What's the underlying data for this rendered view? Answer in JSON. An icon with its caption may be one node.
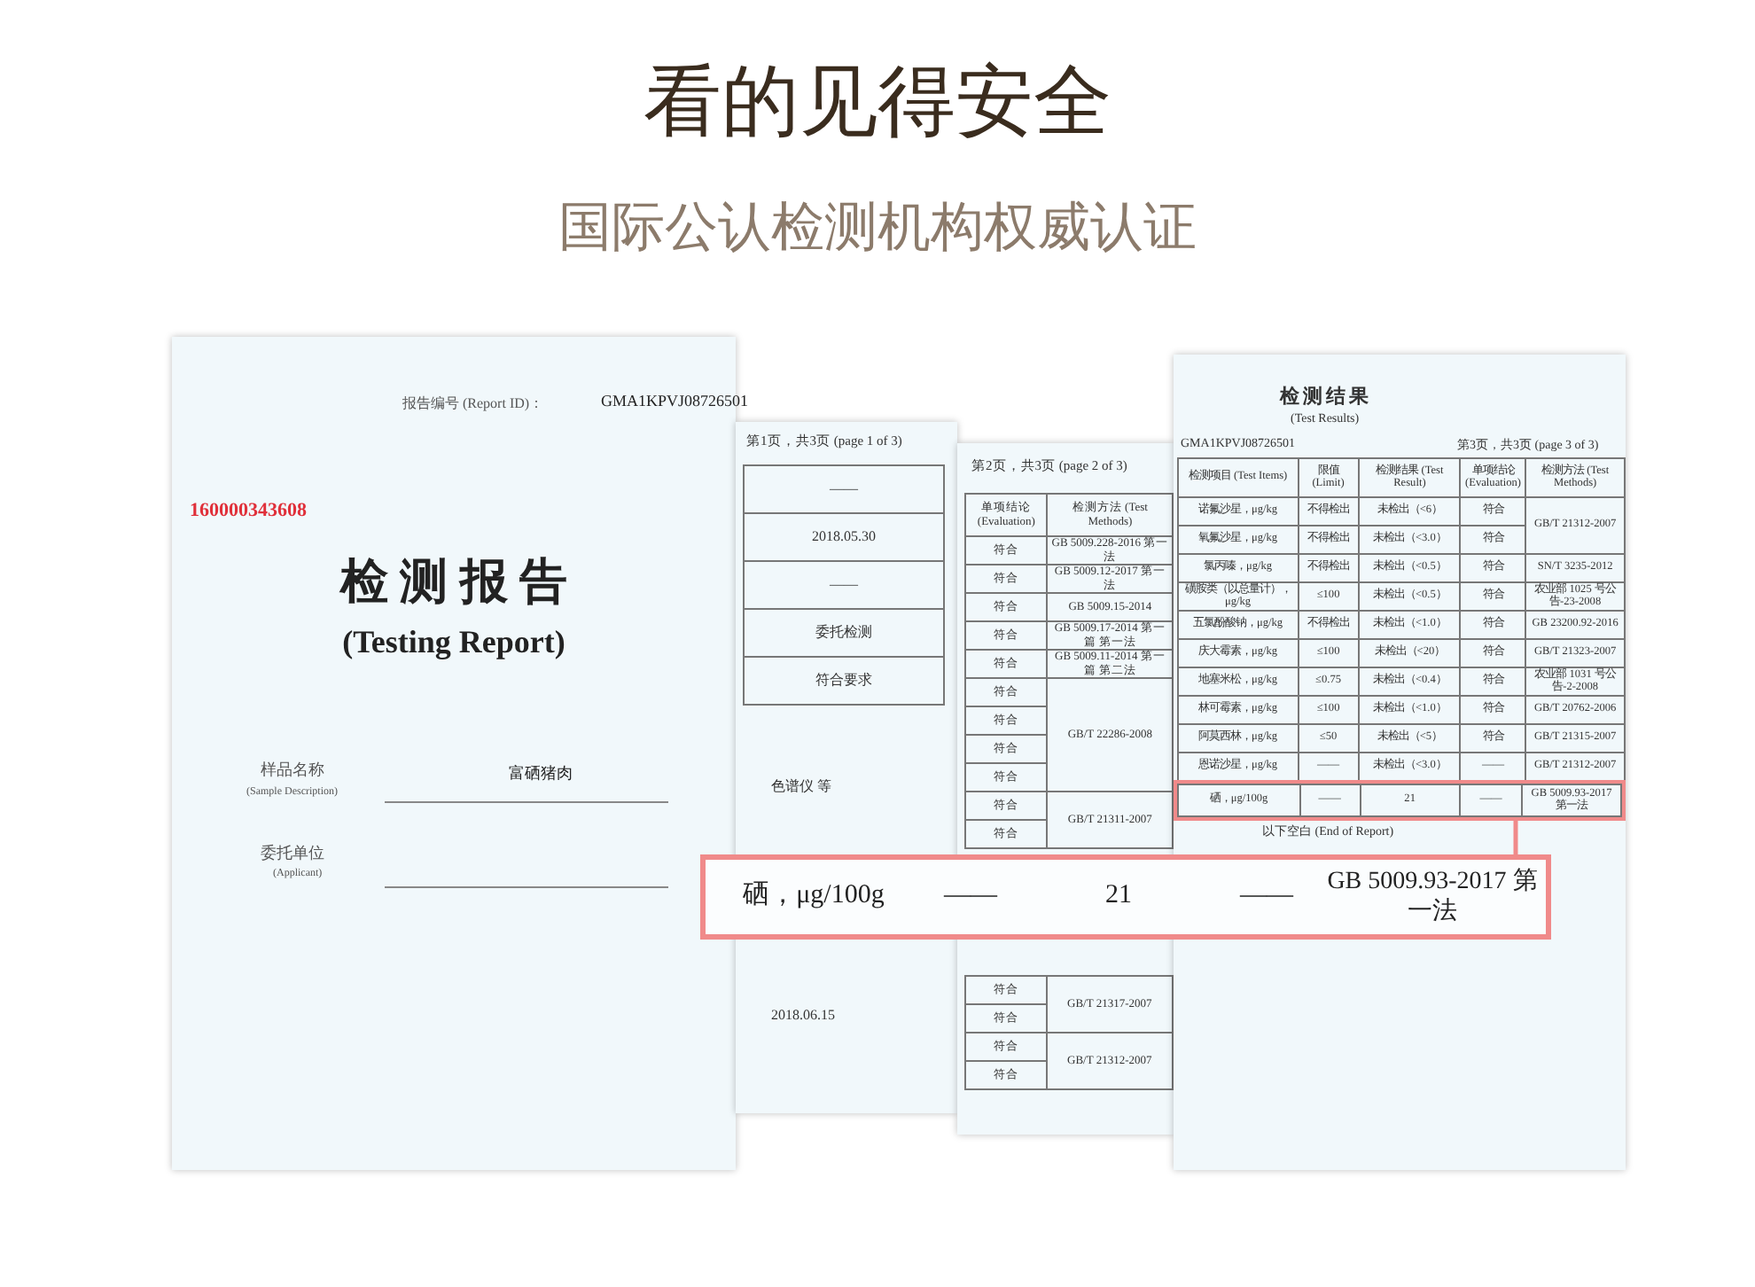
{
  "diagram": {
    "title": "看的见得安全",
    "nodes": [
      {
        "text": [
          "报告编号 (Report ID)：",
          "GMA1KPVJ08726501",
          "160000343608",
          "检 测 报 告",
          "(Testing Report)",
          "样品名称",
          "(Sample Description)",
          "富硒猪肉",
          "委托单位",
          "(Applicant)"
        ]
      },
      {
        "text": [
          "第1页，共3页 (page 1 of 3)",
          "——",
          "2018.05.30",
          "——",
          "委托检测",
          "符合要求",
          "色谱仪 等",
          "2018.06.15"
        ]
      },
      {
        "text": [
          "第2页，共3页 (page 2 of 3)",
          "单项结论 (Evaluation)",
          "检测方法 (Test Methods)",
          "符合",
          "GB 5009.228-2016 第一法",
          "符合",
          "GB 5009.12-2017 第一法",
          "符合",
          "GB 5009.15-2014",
          "符合",
          "GB 5009.17-2014 第一篇 第一法",
          "符合",
          "GB 5009.11-2014 第一篇 第二法",
          "符合",
          "GB/T 22286-2008",
          "符合",
          "符合",
          "符合",
          "符合",
          "GB/T 21311-2007",
          "符合",
          "符合",
          "GB/T 21317-2007",
          "符合",
          "符合",
          "GB/T 21312-2007",
          "符合"
        ]
      },
      {
        "text": [
          "检测结果",
          "(Test Results)",
          "GMA1KPVJ08726501",
          "第3页，共3页 (page 3 of 3)",
          "检测项目 (Test Items)",
          "限值 (Limit)",
          "检测结果 (Test Result)",
          "单项结论 (Evaluation)",
          "检测方法 (Test Methods)",
          "诺氟沙星，μg/kg",
          "不得检出",
          "未检出（<6）",
          "符合",
          "GB/T 21312-2007",
          "氧氟沙星，μg/kg",
          "不得检出",
          "未检出（<3.0）",
          "符合",
          "氯丙嗪，μg/kg",
          "不得检出",
          "未检出（<0.5）",
          "符合",
          "SN/T 3235-2012",
          "磺胺类（以总量计），μg/kg",
          "≤100",
          "未检出（<0.5）",
          "符合",
          "农业部 1025 号公告-23-2008",
          "五氯酚酸钠，μg/kg",
          "不得检出",
          "未检出（<1.0）",
          "符合",
          "GB 23200.92-2016",
          "庆大霉素，μg/kg",
          "≤100",
          "未检出（<20）",
          "符合",
          "GB/T 21323-2007",
          "地塞米松，μg/kg",
          "≤0.75",
          "未检出（<0.4）",
          "符合",
          "农业部 1031 号公告-2-2008",
          "林可霉素，μg/kg",
          "≤100",
          "未检出（<1.0）",
          "符合",
          "GB/T 20762-2006",
          "阿莫西林，μg/kg",
          "≤50",
          "未检出（<5）",
          "符合",
          "GB/T 21315-2007",
          "恩诺沙星，μg/kg",
          "——",
          "未检出（<3.0）",
          "——",
          "GB/T 21312-2007",
          "以下空白 (End of Report)"
        ]
      },
      {
        "text": [
          "硒，μg/100g",
          "——",
          "21",
          "——",
          "GB 5009.93-2017 第一法"
        ],
        "in": 3
      },
      {
        "text": [
          "硒，μg/100g",
          "——",
          "21",
          "——",
          "GB 5009.93-2017 第一法"
        ]
      }
    ],
    "edges": [
      {
        "from": 4,
        "to": 5,
        "arrow": "none"
      }
    ],
    "labels": [
      "国际公认检测机构权威认证"
    ]
  }
}
